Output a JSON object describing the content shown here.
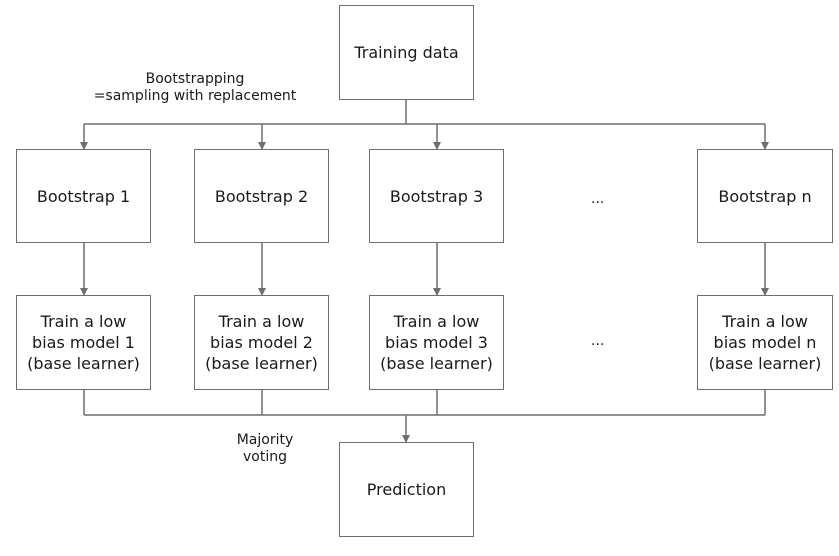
{
  "training_data": "Training data",
  "bootstrapping_note": "Bootstrapping\n=sampling with replacement",
  "bootstraps": [
    "Bootstrap 1",
    "Bootstrap 2",
    "Bootstrap 3",
    "Bootstrap n"
  ],
  "models": [
    "Train a low\nbias model 1\n(base learner)",
    "Train a low\nbias model 2\n(base learner)",
    "Train a low\nbias model 3\n(base learner)",
    "Train a low\nbias model n\n(base learner)"
  ],
  "ellipsis": "...",
  "majority_voting": "Majority\nvoting",
  "prediction": "Prediction",
  "colors": {
    "line": "#6e6e6e",
    "text": "#1a1a1a",
    "background": "#ffffff"
  }
}
